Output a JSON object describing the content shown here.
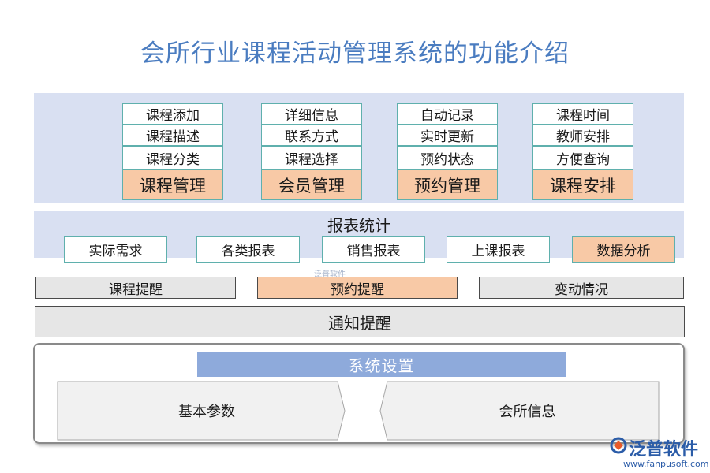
{
  "title": "会所行业课程活动管理系统的功能介绍",
  "modules": [
    {
      "items": [
        "课程添加",
        "课程描述",
        "课程分类"
      ],
      "head": "课程管理"
    },
    {
      "items": [
        "详细信息",
        "联系方式",
        "课程选择"
      ],
      "head": "会员管理"
    },
    {
      "items": [
        "自动记录",
        "实时更新",
        "预约状态"
      ],
      "head": "预约管理"
    },
    {
      "items": [
        "课程时间",
        "教师安排",
        "方便查询"
      ],
      "head": "课程安排"
    }
  ],
  "reports": {
    "title": "报表统计",
    "items": [
      "实际需求",
      "各类报表",
      "销售报表",
      "上课报表",
      "数据分析"
    ]
  },
  "reminders": [
    "课程提醒",
    "预约提醒",
    "变动情况"
  ],
  "notice": "通知提醒",
  "settings": {
    "title": "系统设置",
    "items": [
      "基本参数",
      "会所信息"
    ]
  },
  "watermark": "泛普软件",
  "brand": {
    "name": "泛普软件",
    "url": "www.fanpusoft.com"
  },
  "colors": {
    "title": "#4a7cc0",
    "band": "#d9e0f2",
    "highlight": "#f8c9a6",
    "border": "#5fb0ad",
    "settings_bar": "#8eaadb"
  }
}
